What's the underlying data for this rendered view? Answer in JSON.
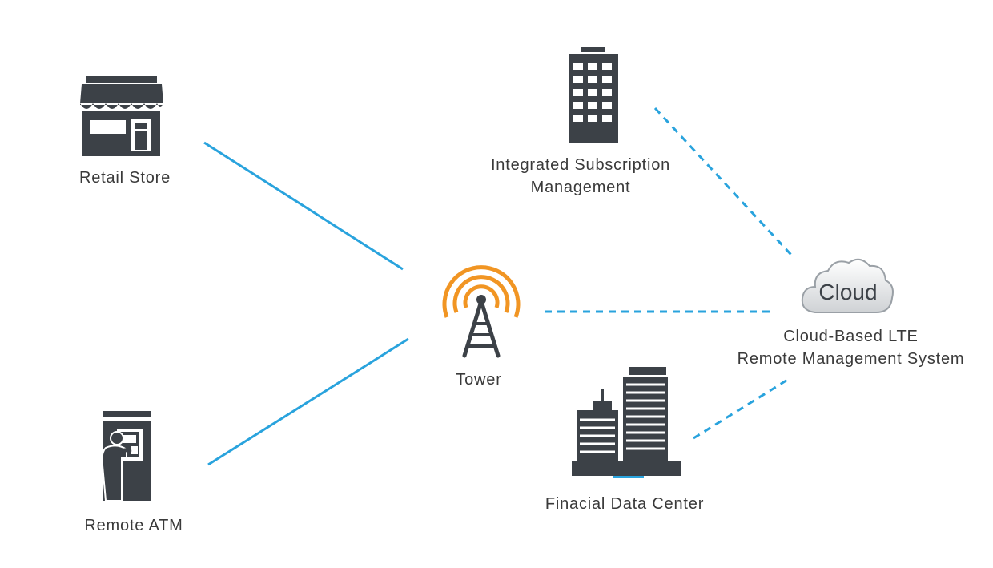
{
  "colors": {
    "solid_link": "#29a3dd",
    "dashed_link": "#29a3dd",
    "icon_dark": "#3c4147",
    "tower_rings": "#f19523",
    "label_text": "#3a3a3a"
  },
  "nodes": {
    "retail_store": {
      "label": "Retail Store",
      "icon": "storefront-icon"
    },
    "remote_atm": {
      "label": "Remote ATM",
      "icon": "atm-user-icon"
    },
    "tower": {
      "label": "Tower",
      "icon": "cell-tower-icon"
    },
    "subscription": {
      "label_line1": "Integrated Subscription",
      "label_line2": "Management",
      "icon": "office-building-icon"
    },
    "cloud": {
      "icon_text": "Cloud",
      "label_line1": "Cloud-Based LTE",
      "label_line2": "Remote Management System",
      "icon": "cloud-icon"
    },
    "data_center": {
      "label": "Finacial Data Center",
      "icon": "city-buildings-icon"
    }
  },
  "links": [
    {
      "from": "retail_store",
      "to": "tower",
      "style": "solid"
    },
    {
      "from": "remote_atm",
      "to": "tower",
      "style": "solid"
    },
    {
      "from": "tower",
      "to": "cloud",
      "style": "dashed"
    },
    {
      "from": "subscription",
      "to": "cloud",
      "style": "dashed"
    },
    {
      "from": "data_center",
      "to": "cloud",
      "style": "dashed"
    }
  ]
}
